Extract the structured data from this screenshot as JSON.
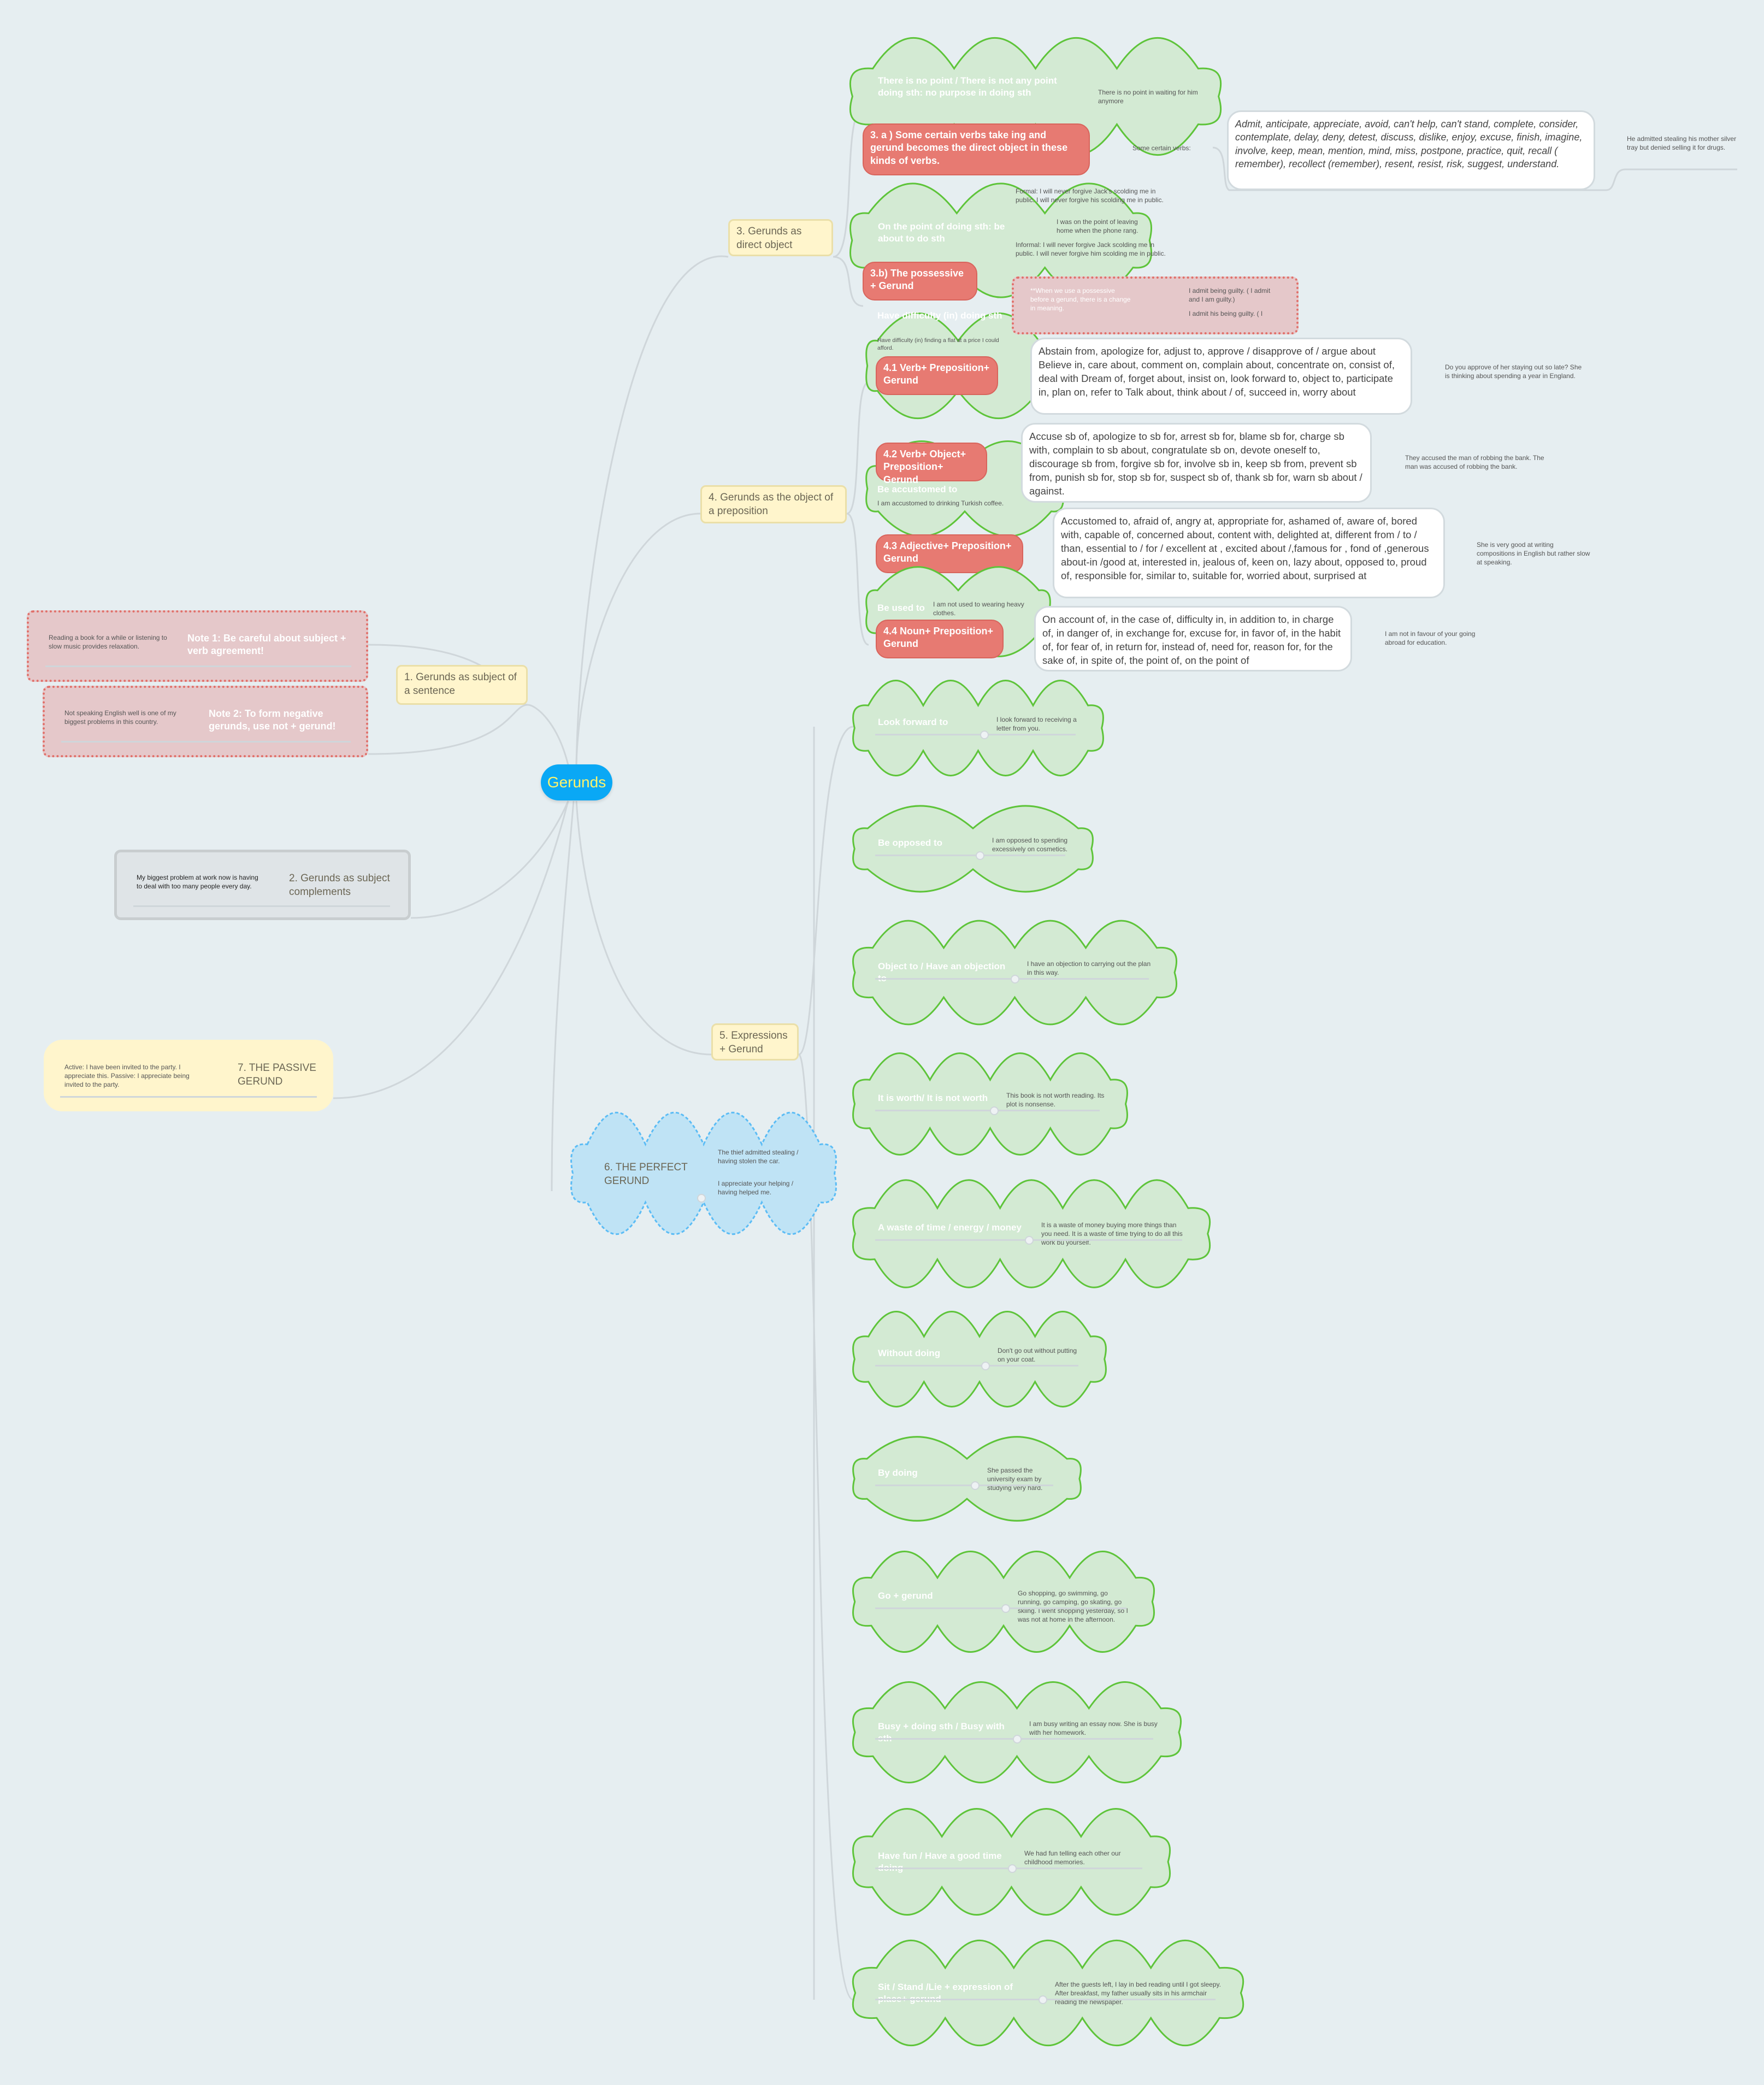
{
  "colors": {
    "background": "#e6eef1",
    "center": "#0aa8f5",
    "center_text": "#fff36b",
    "topic": "#fff5cc",
    "red_node": "#e77a72",
    "cloud_fill": "#d3ead3",
    "cloud_stroke": "#5ec43a",
    "blue_cloud": "#bfe3f5",
    "note_fill": "#e5c8ca"
  },
  "center": {
    "label": "Gerunds"
  },
  "branch1": {
    "label": "1. Gerunds as subject of a sentence",
    "note1": {
      "title": "Note 1: Be careful about subject + verb agreement!",
      "example": "Reading a book for a while or listening to slow music provides relaxation."
    },
    "note2": {
      "title": "Note 2:  To form negative gerunds, use not + gerund!",
      "example": "Not speaking English well is one of my biggest problems in this country."
    }
  },
  "branch2": {
    "label": "2. Gerunds as subject complements",
    "example": "My biggest problem at work now is having to deal with too many people every day."
  },
  "branch3": {
    "label": "3. Gerunds as direct object",
    "no_point": {
      "label": "There is no point / There is not any point doing sth:  no purpose in doing sth",
      "example": "There is no point in waiting for him anymore"
    },
    "a": {
      "label": "3. a ) Some certain verbs take ing and gerund becomes the direct object in these kinds of verbs.",
      "sub": "Some certain verbs:",
      "list": "Admit, anticipate, appreciate, avoid, can't help, can't stand, complete, consider, contemplate, delay, deny, detest, discuss, dislike, enjoy, excuse, finish, imagine, involve, keep, mean, mention, mind, miss, postpone, practice, quit, recall ( remember), recollect (remember), resent, resist, risk, suggest, understand.",
      "example": "He admitted stealing his mother silver tray but denied selling it for drugs."
    },
    "on_point": {
      "label": "On the point of doing sth: be about to do sth",
      "example": "I was on the point of leaving home when the phone rang."
    },
    "b": {
      "label": "3.b) The possessive + Gerund",
      "formal": "Formal: I will never forgive Jack's scolding me in public.     I will never forgive his scolding me in public.",
      "informal": "Informal: I will never forgive Jack scolding me in public.              I will never forgive him scolding me in public.",
      "note": "**When we use a possessive before a gerund, there is a change in meaning.",
      "ex1": "I admit being guilty. ( I admit and I am guilty.)",
      "ex2": "I admit his being guilty. ( I"
    }
  },
  "branch4": {
    "label": "4. Gerunds as the object of a preposition",
    "difficulty": {
      "label": "Have difficulty (in) doing sth",
      "example": "Have difficulty (in) finding a flat at a price I could afford."
    },
    "p1": {
      "label": "4.1 Verb+ Preposition+ Gerund",
      "list": "Abstain from, apologize for, adjust to, approve / disapprove of / argue about Believe in, care about, comment on, complain about, concentrate on, consist of, deal with Dream of, forget about, insist on, look forward to, object to, participate in, plan on, refer to Talk about, think about / of, succeed in,  worry about",
      "example": "Do you approve of her staying out so late? She is thinking about spending a year in England."
    },
    "accustomed": {
      "label": "Be accustomed to",
      "example": "I am accustomed to drinking Turkish coffee."
    },
    "p2": {
      "label": "4.2 Verb+ Object+ Preposition+ Gerund",
      "list": "Accuse sb of, apologize to sb for, arrest sb for, blame sb for, charge sb with, complain to sb about, congratulate sb on, devote oneself to, discourage sb from, forgive sb for, involve sb in, keep sb from, prevent sb from, punish sb for, stop sb for, suspect sb of,  thank sb for, warn sb about / against.",
      "example": "They accused the man of robbing the bank. The man was accused of robbing the bank."
    },
    "p3": {
      "label": "4.3 Adjective+ Preposition+ Gerund",
      "list": "Accustomed to, afraid of, angry at, appropriate for, ashamed of, aware of, bored with, capable of, concerned about,  content with, delighted at, different  from / to / than, essential to / for / excellent at , excited about /,famous for , fond of ,generous about-in /good at, interested in, jealous of, keen on, lazy about, opposed to, proud of, responsible for, similar to, suitable for, worried about, surprised at",
      "example": "She is very good at writing compositions in English but rather slow at speaking."
    },
    "used": {
      "label": "Be used to",
      "example": "I am not used to wearing heavy clothes."
    },
    "p4": {
      "label": "4.4 Noun+ Preposition+ Gerund",
      "list": "On account of, in the case of, difficulty in, in addition to, in charge of, in danger of, in exchange for, excuse for, in favor of, in the habit of, for fear of, in return for, instead of, need for, reason for, for the sake of, in spite of, the point of, on the point of",
      "example": "I am not in favour of your going abroad for education."
    }
  },
  "branch5": {
    "label": "5. Expressions + Gerund",
    "items": [
      {
        "label": "Look forward to",
        "example": "I look forward to receiving a letter from you."
      },
      {
        "label": "Be opposed to",
        "example": "I am opposed to spending excessively on cosmetics."
      },
      {
        "label": "Object to / Have an objection to",
        "example": "I have an objection to carrying out the plan in this way."
      },
      {
        "label": "It is worth/ It is not worth",
        "example": "This book is not worth reading. Its plot is nonsense."
      },
      {
        "label": "A waste of time / energy / money",
        "example": "It is a waste of money buying more things than you need. It is a waste of time trying to do all this work bu yourself."
      },
      {
        "label": "Without doing",
        "example": "Don't go out without putting on your coat."
      },
      {
        "label": "By doing",
        "example": "She passed the university exam by studying very hard."
      },
      {
        "label": "Go + gerund",
        "example": "Go shopping, go swimming, go running, go camping, go skating, go skiing. I went shopping yesterday, so I was not at home in the afternoon."
      },
      {
        "label": "Busy + doing sth / Busy with sth",
        "example": "I am busy writing an essay now. She is busy with her homework."
      },
      {
        "label": "Have fun / Have a good time doing",
        "example": "We had fun telling each other our childhood memories."
      },
      {
        "label": "Sit / Stand /Lie + expression of place+ gerund",
        "example": "After the guests left, I lay in bed reading until I got sleepy. After breakfast, my father usually sits in his armchair reading the newspaper."
      }
    ]
  },
  "branch6": {
    "label": "6. THE PERFECT GERUND",
    "ex1": "The thief admitted stealing / having stolen the car.",
    "ex2": "I appreciate your helping / having helped me."
  },
  "branch7": {
    "label": "7. THE PASSIVE GERUND",
    "example": "Active: I have been invited to the party. I appreciate this. Passive: I appreciate being invited to the party."
  }
}
